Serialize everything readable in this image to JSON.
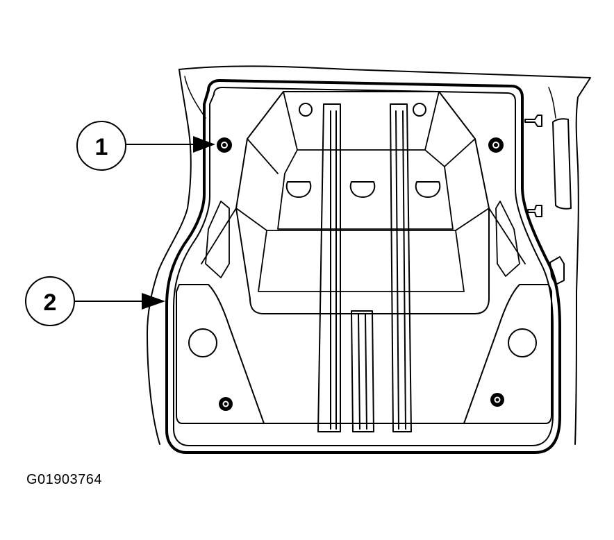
{
  "figure": {
    "id": "G01903764"
  },
  "callouts": [
    {
      "label": "1"
    },
    {
      "label": "2"
    }
  ],
  "colors": {
    "line": "#000000",
    "background": "#ffffff"
  }
}
